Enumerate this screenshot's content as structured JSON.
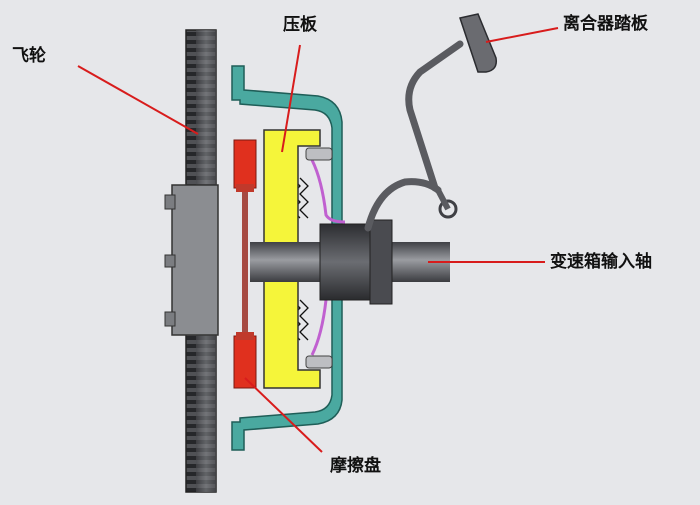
{
  "labels": {
    "flywheel": "飞轮",
    "pressure_plate": "压板",
    "clutch_pedal": "离合器踏板",
    "input_shaft": "变速箱输入轴",
    "friction_disc": "摩擦盘"
  },
  "colors": {
    "background": "#e6e7ea",
    "flywheel": "#6f7175",
    "pressure_plate": "#f5f53a",
    "friction_disc": "#e0301e",
    "housing": "#3aa39a",
    "spring": "#c060d0",
    "pedal": "#5f6066",
    "leader_line": "#d81c1c"
  }
}
